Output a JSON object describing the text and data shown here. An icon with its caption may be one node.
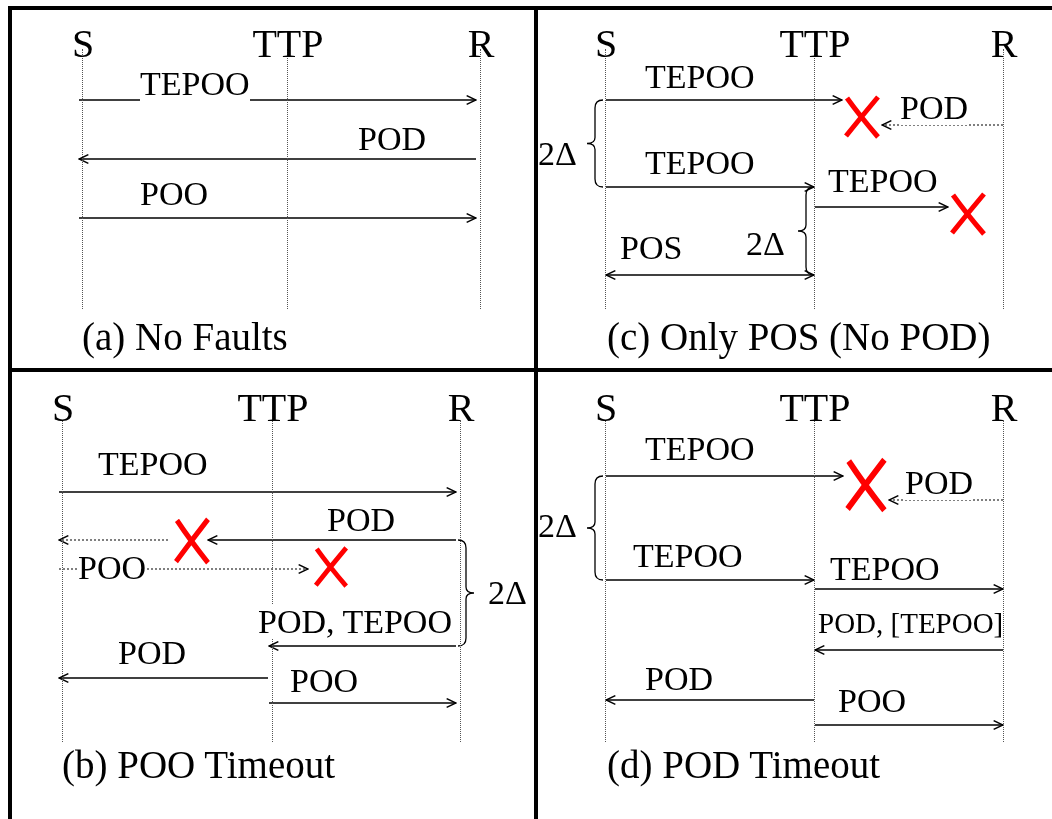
{
  "diagram": {
    "nodes": [
      {
        "text": [
          "(a) No Faults"
        ]
      },
      {
        "text": [],
        "shape": "line",
        "in": 0,
        "beside": [
          "S"
        ]
      },
      {
        "text": [],
        "shape": "line",
        "in": 0,
        "beside": [
          "TTP"
        ]
      },
      {
        "text": [],
        "shape": "line",
        "in": 0,
        "beside": [
          "R"
        ]
      },
      {
        "text": [
          "(c) Only POS (No POD)"
        ]
      },
      {
        "text": [],
        "shape": "line",
        "in": 4,
        "beside": [
          "S"
        ]
      },
      {
        "text": [],
        "shape": "line",
        "in": 4,
        "beside": [
          "TTP"
        ]
      },
      {
        "text": [],
        "shape": "line",
        "in": 4,
        "beside": [
          "R"
        ]
      },
      {
        "text": [],
        "shape": "cross",
        "in": 4
      },
      {
        "text": [],
        "shape": "cross",
        "in": 4
      },
      {
        "text": [
          "(b) POO Timeout"
        ]
      },
      {
        "text": [],
        "shape": "line",
        "in": 10,
        "beside": [
          "S"
        ]
      },
      {
        "text": [],
        "shape": "line",
        "in": 10,
        "beside": [
          "TTP"
        ]
      },
      {
        "text": [],
        "shape": "line",
        "in": 10,
        "beside": [
          "R"
        ]
      },
      {
        "text": [],
        "shape": "cross",
        "in": 10
      },
      {
        "text": [],
        "shape": "cross",
        "in": 10
      },
      {
        "text": [
          "(d) POD Timeout"
        ]
      },
      {
        "text": [],
        "shape": "line",
        "in": 16,
        "beside": [
          "S"
        ]
      },
      {
        "text": [],
        "shape": "line",
        "in": 16,
        "beside": [
          "TTP"
        ]
      },
      {
        "text": [],
        "shape": "line",
        "in": 16,
        "beside": [
          "R"
        ]
      },
      {
        "text": [],
        "shape": "cross",
        "in": 16
      }
    ],
    "edges": [
      {
        "from": 1,
        "to": 3,
        "arrow": "to",
        "label": "TEPOO"
      },
      {
        "from": 3,
        "to": 1,
        "arrow": "to",
        "label": "POD"
      },
      {
        "from": 1,
        "to": 3,
        "arrow": "to",
        "label": "POO"
      },
      {
        "from": 5,
        "to": 8,
        "arrow": "to",
        "label": "TEPOO"
      },
      {
        "from": 7,
        "to": 8,
        "arrow": "to",
        "label": "POD",
        "style": "dashed"
      },
      {
        "from": 5,
        "to": 6,
        "arrow": "to",
        "label": "TEPOO"
      },
      {
        "from": 6,
        "to": 9,
        "arrow": "to",
        "label": "TEPOO"
      },
      {
        "from": 5,
        "to": 6,
        "arrow": "both",
        "label": "POS"
      },
      {
        "from": 11,
        "to": 13,
        "arrow": "to",
        "label": "TEPOO"
      },
      {
        "from": 13,
        "to": 14,
        "arrow": "to",
        "label": "POD"
      },
      {
        "from": 14,
        "to": 11,
        "arrow": "to",
        "style": "dashed"
      },
      {
        "from": 11,
        "to": 15,
        "arrow": "to",
        "label": "POO",
        "style": "dashed"
      },
      {
        "from": 13,
        "to": 12,
        "arrow": "to",
        "label": "POD, TEPOO"
      },
      {
        "from": 12,
        "to": 11,
        "arrow": "to",
        "label": "POD"
      },
      {
        "from": 12,
        "to": 13,
        "arrow": "to",
        "label": "POO"
      },
      {
        "from": 17,
        "to": 20,
        "arrow": "to",
        "label": "TEPOO"
      },
      {
        "from": 19,
        "to": 20,
        "arrow": "to",
        "label": "POD",
        "style": "dashed"
      },
      {
        "from": 17,
        "to": 18,
        "arrow": "to",
        "label": "TEPOO"
      },
      {
        "from": 18,
        "to": 19,
        "arrow": "to",
        "label": "TEPOO"
      },
      {
        "from": 19,
        "to": 18,
        "arrow": "to",
        "label": "POD, [TEPOO]"
      },
      {
        "from": 18,
        "to": 17,
        "arrow": "to",
        "label": "POD"
      },
      {
        "from": 18,
        "to": 19,
        "arrow": "to",
        "label": "POO"
      }
    ],
    "labels": [
      "2Δ",
      "2Δ",
      "2Δ",
      "2Δ"
    ]
  }
}
